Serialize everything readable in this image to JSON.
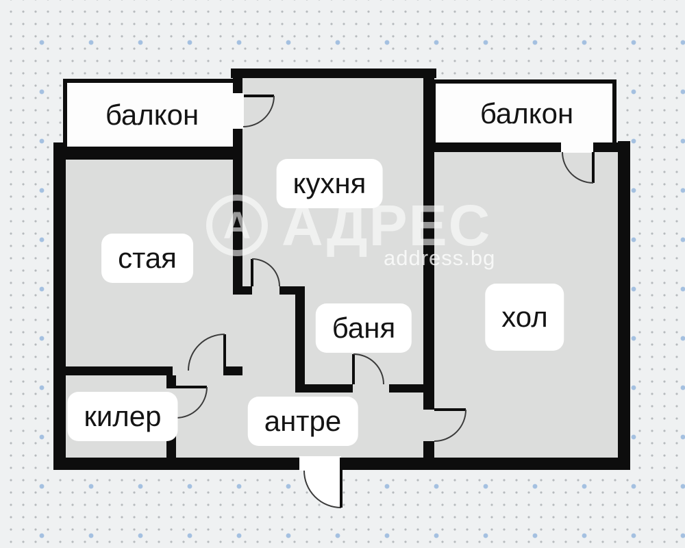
{
  "plan": {
    "rooms": {
      "balcony_left": {
        "label": "балкон"
      },
      "balcony_right": {
        "label": "балкон"
      },
      "kitchen": {
        "label": "кухня"
      },
      "bedroom": {
        "label": "стая"
      },
      "bathroom": {
        "label": "баня"
      },
      "living_room": {
        "label": "хол"
      },
      "closet": {
        "label": "килер"
      },
      "entry": {
        "label": "антре"
      }
    }
  },
  "watermark": {
    "logo_letter": "А",
    "brand": "АДРЕС",
    "website": "address.bg"
  },
  "colors": {
    "wall": "#0d0d0d",
    "room_fill": "#dcdddc",
    "balcony_fill": "#fdfdfd",
    "background": "#eff1f2",
    "grid_dot": "#8c9196",
    "grid_accent_dot": "#a0bee0",
    "label_bg": "#ffffff",
    "label_text": "#141414"
  }
}
